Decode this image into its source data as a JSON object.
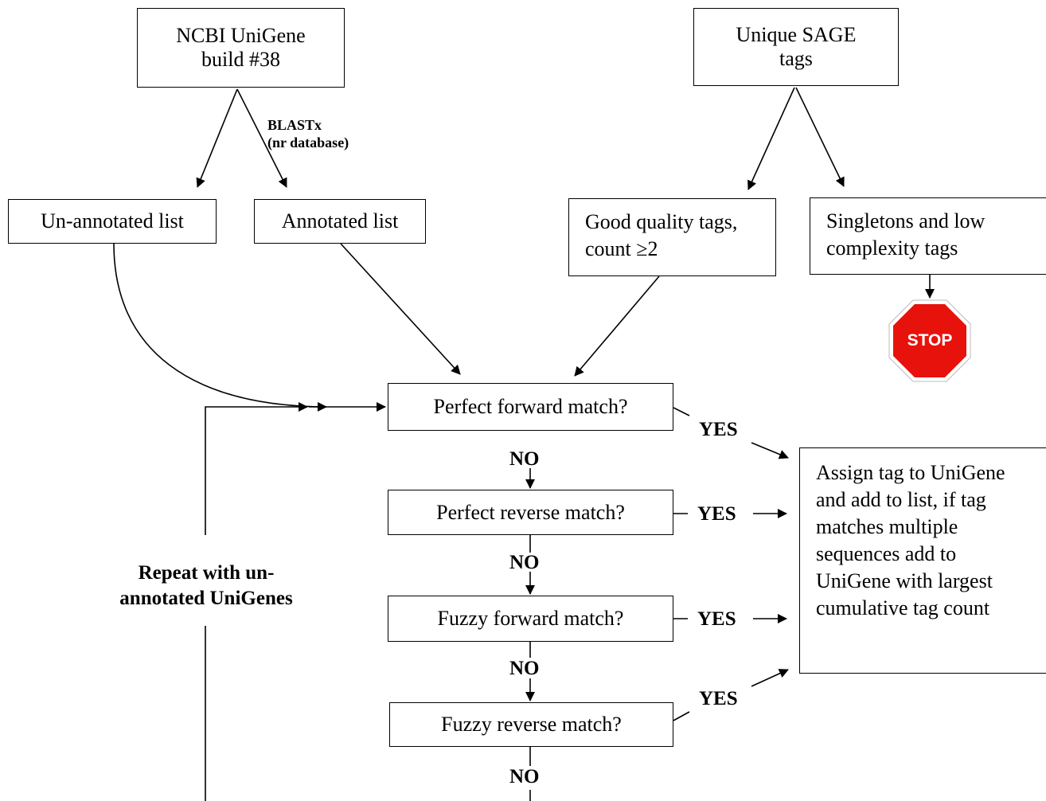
{
  "nodes": {
    "unigene": "NCBI UniGene build #38",
    "sage": "Unique SAGE tags",
    "unannotated": "Un-annotated list",
    "annotated": "Annotated list",
    "good_tags": "Good quality tags, count ≥2",
    "singletons": "Singletons and low complexity tags",
    "stop": "STOP",
    "q_forward": "Perfect forward match?",
    "q_reverse": "Perfect reverse match?",
    "q_fuzzy_forward": "Fuzzy forward match?",
    "q_fuzzy_reverse": "Fuzzy reverse match?",
    "assign": "Assign tag to UniGene and add to list, if tag matches multiple sequences add to UniGene with largest cumulative tag count"
  },
  "edge_labels": {
    "blastx_line1": "BLASTx",
    "blastx_line2": "(nr database)",
    "repeat_line1": "Repeat with un-",
    "repeat_line2": "annotated UniGenes",
    "yes_1": "YES",
    "yes_2": "YES",
    "yes_3": "YES",
    "yes_4": "YES",
    "no_1": "NO",
    "no_2": "NO",
    "no_3": "NO",
    "no_4": "NO"
  },
  "colors": {
    "stop_sign": "#e8120c",
    "line": "#000000"
  }
}
